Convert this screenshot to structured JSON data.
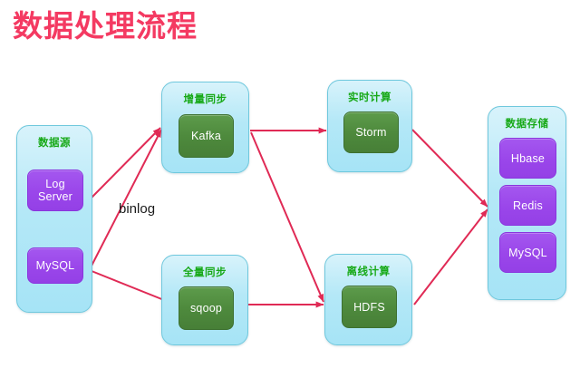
{
  "page": {
    "title": "数据处理流程",
    "title_color": "#f43a62",
    "background": "#ffffff"
  },
  "palette": {
    "group_fill": "#b4e8f7",
    "group_border": "#6fc8dd",
    "group_title_color": "#17a917",
    "node_green": "#4e8a3d",
    "node_purple": "#9a46ea",
    "arrow_color": "#e02a55"
  },
  "groups": [
    {
      "id": "data-source",
      "label": "数据源",
      "nodes": [
        {
          "id": "log-server",
          "label": "Log Server",
          "color": "purple"
        },
        {
          "id": "mysql-source",
          "label": "MySQL",
          "color": "purple"
        }
      ]
    },
    {
      "id": "incremental-sync",
      "label": "增量同步",
      "nodes": [
        {
          "id": "kafka",
          "label": "Kafka",
          "color": "green"
        }
      ]
    },
    {
      "id": "full-sync",
      "label": "全量同步",
      "nodes": [
        {
          "id": "sqoop",
          "label": "sqoop",
          "color": "green"
        }
      ]
    },
    {
      "id": "realtime-compute",
      "label": "实时计算",
      "nodes": [
        {
          "id": "storm",
          "label": "Storm",
          "color": "green"
        }
      ]
    },
    {
      "id": "offline-compute",
      "label": "离线计算",
      "nodes": [
        {
          "id": "hdfs",
          "label": "HDFS",
          "color": "green"
        }
      ]
    },
    {
      "id": "data-storage",
      "label": "数据存储",
      "nodes": [
        {
          "id": "hbase",
          "label": "Hbase",
          "color": "purple"
        },
        {
          "id": "redis-store",
          "label": "Redis",
          "color": "purple"
        },
        {
          "id": "mysql-store",
          "label": "MySQL",
          "color": "purple"
        }
      ]
    }
  ],
  "edges": [
    {
      "id": "log-server-to-kafka",
      "from": "log-server",
      "to": "kafka",
      "label": ""
    },
    {
      "id": "mysql-to-kafka",
      "from": "mysql-source",
      "to": "kafka",
      "label": "binlog"
    },
    {
      "id": "mysql-to-sqoop",
      "from": "mysql-source",
      "to": "sqoop",
      "label": ""
    },
    {
      "id": "kafka-to-storm",
      "from": "kafka",
      "to": "storm",
      "label": ""
    },
    {
      "id": "kafka-to-hdfs",
      "from": "kafka",
      "to": "hdfs",
      "label": ""
    },
    {
      "id": "sqoop-to-hdfs",
      "from": "sqoop",
      "to": "hdfs",
      "label": ""
    },
    {
      "id": "storm-to-storage",
      "from": "storm",
      "to": "data-storage",
      "label": ""
    },
    {
      "id": "hdfs-to-storage",
      "from": "hdfs",
      "to": "data-storage",
      "label": ""
    }
  ],
  "labels": {
    "binlog": "binlog"
  }
}
